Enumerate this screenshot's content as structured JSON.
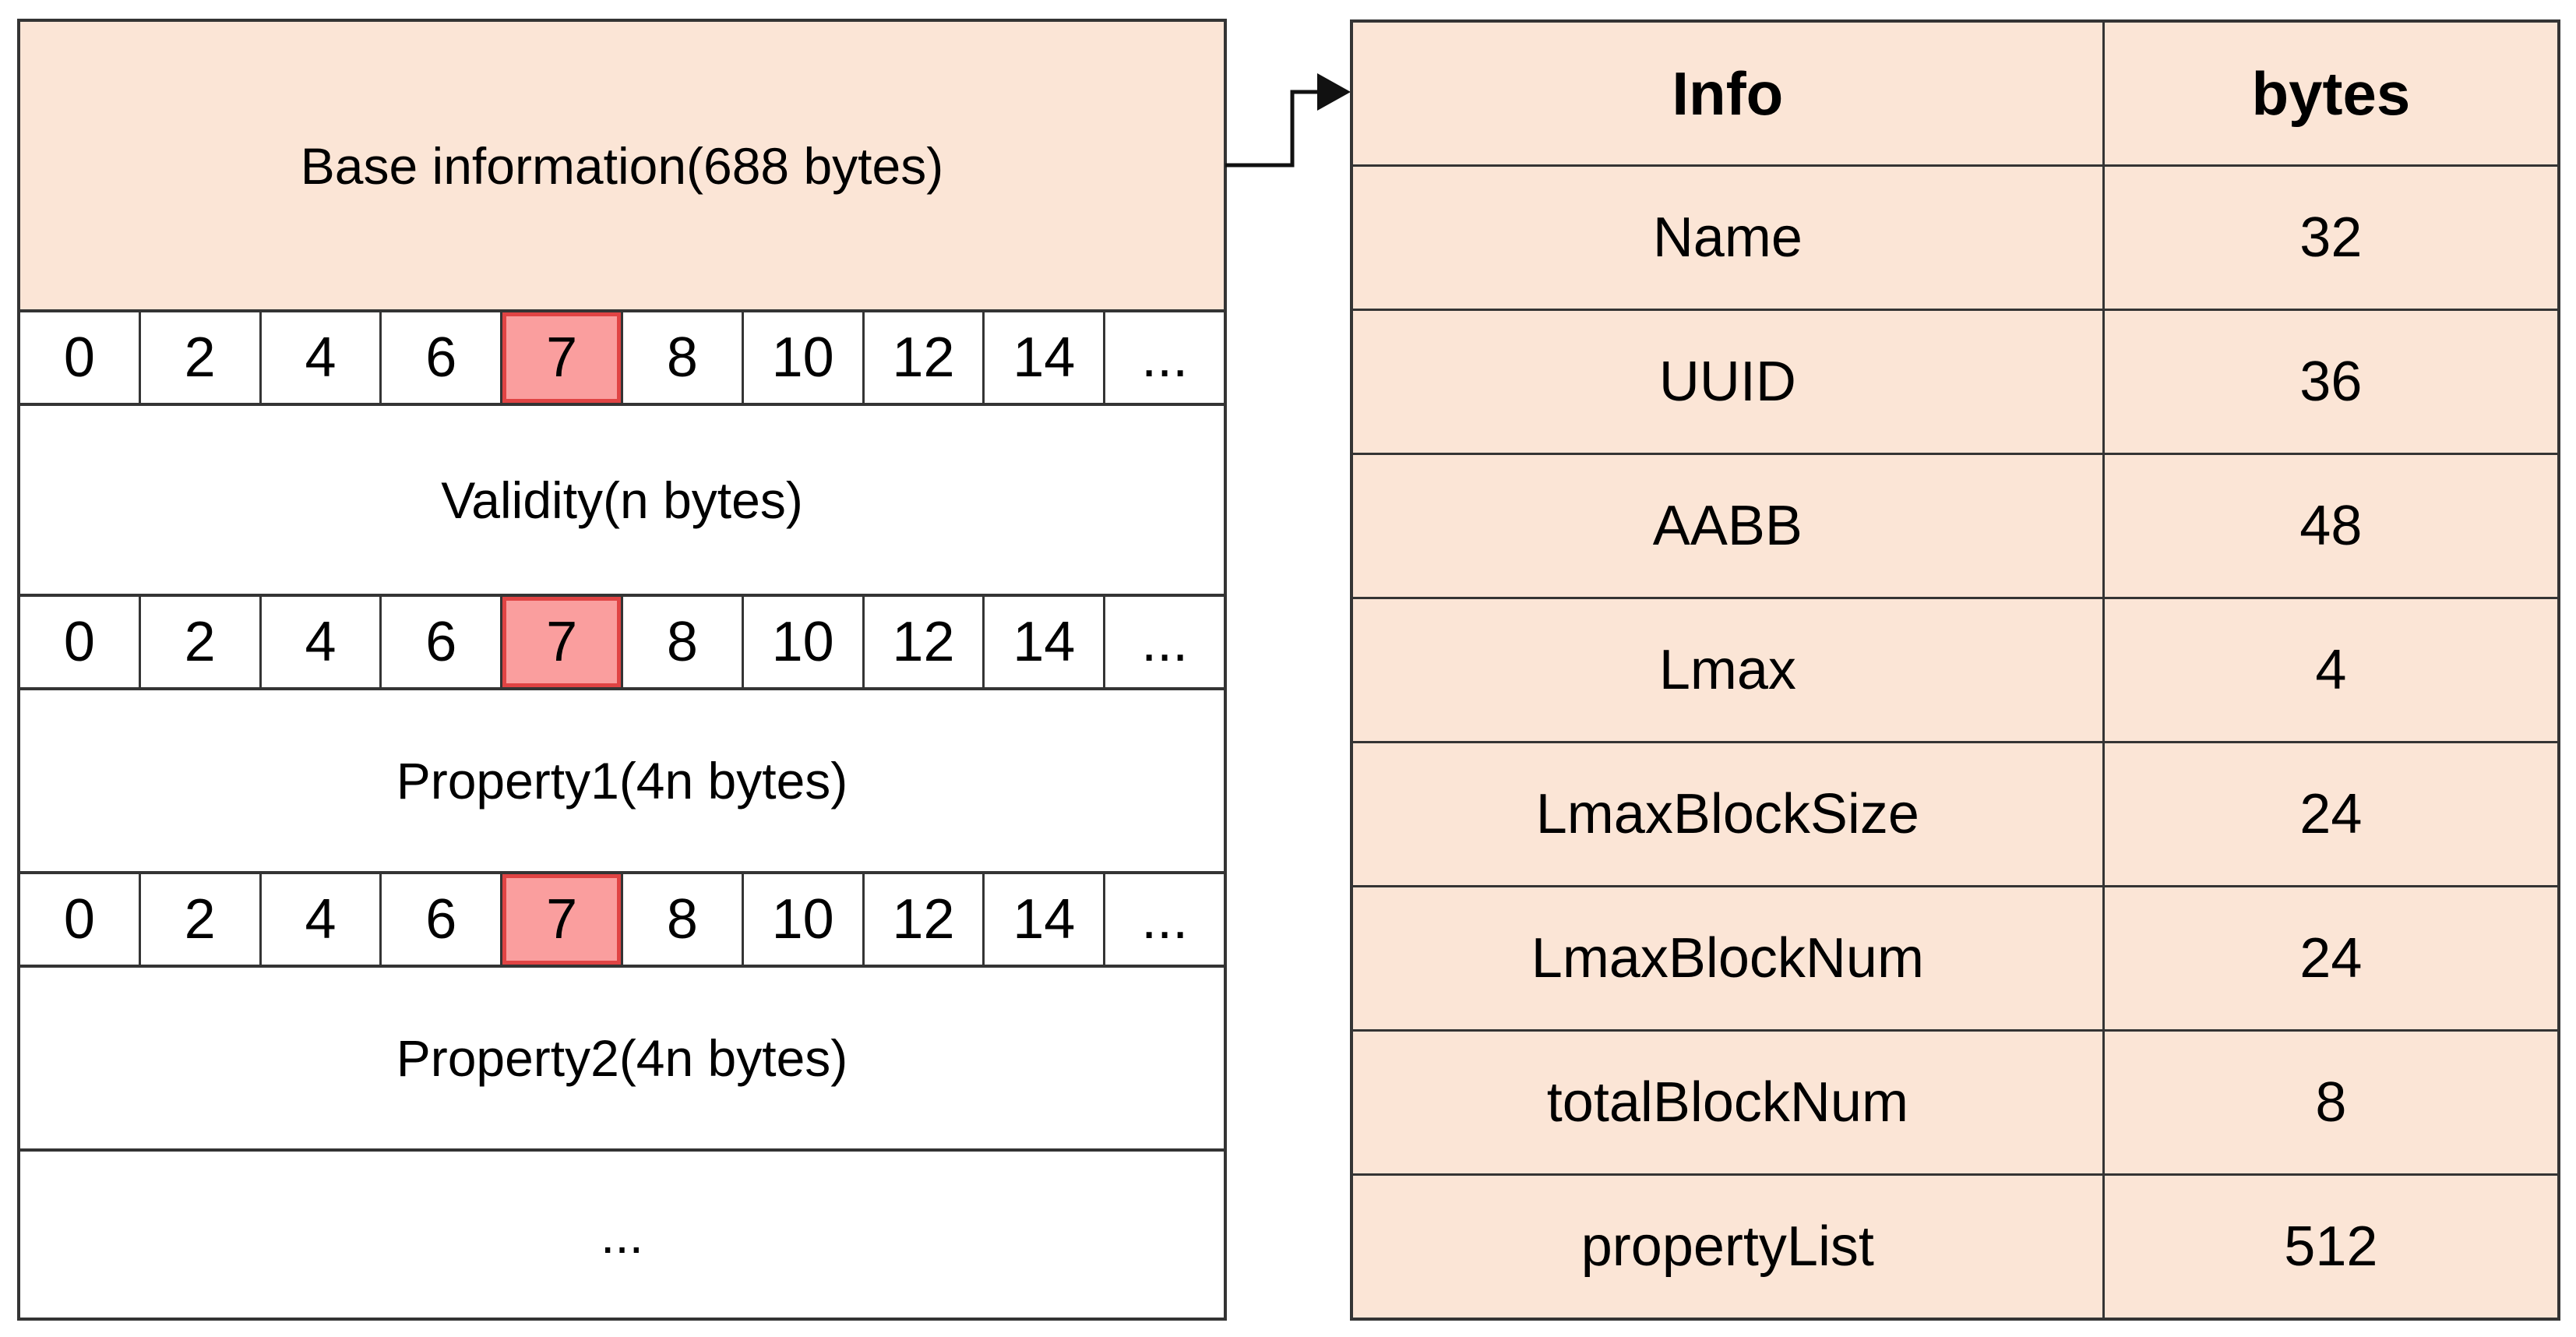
{
  "left_block": {
    "base_label": "Base information(688 bytes)",
    "byte_cells": [
      "0",
      "2",
      "4",
      "6",
      "7",
      "8",
      "10",
      "12",
      "14",
      "..."
    ],
    "highlighted_value": "7",
    "validity_label": "Validity(n bytes)",
    "property1_label": "Property1(4n bytes)",
    "property2_label": "Property2(4n bytes)",
    "ellipsis_label": "..."
  },
  "table": {
    "header": {
      "info": "Info",
      "bytes": "bytes"
    },
    "rows": [
      {
        "info": "Name",
        "bytes": "32"
      },
      {
        "info": "UUID",
        "bytes": "36"
      },
      {
        "info": "AABB",
        "bytes": "48"
      },
      {
        "info": "Lmax",
        "bytes": "4"
      },
      {
        "info": "LmaxBlockSize",
        "bytes": "24"
      },
      {
        "info": "LmaxBlockNum",
        "bytes": "24"
      },
      {
        "info": "totalBlockNum",
        "bytes": "8"
      },
      {
        "info": "propertyList",
        "bytes": "512"
      }
    ]
  },
  "colors": {
    "peach": "#FBE5D6",
    "highlight_fill": "#FA9E9E",
    "highlight_border": "#E04444",
    "border": "#343434",
    "arrow": "#111111"
  }
}
